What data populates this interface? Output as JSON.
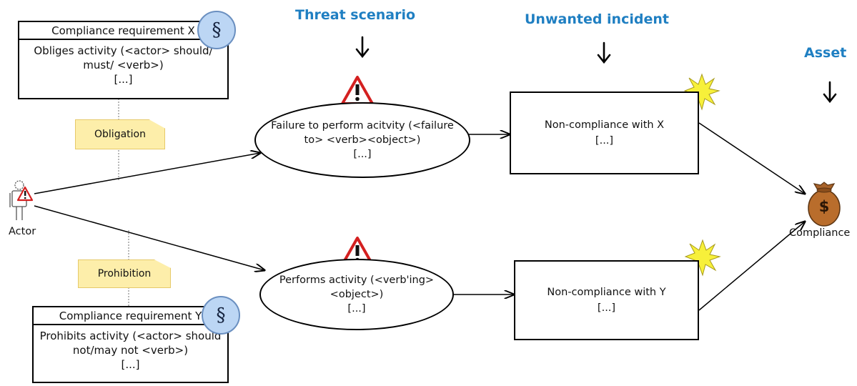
{
  "columns": {
    "threat_scenario": "Threat scenario",
    "unwanted_incident": "Unwanted incident",
    "asset": "Asset"
  },
  "requirement_x": {
    "title": "Compliance requirement X",
    "body_line1": "Obliges activity (<actor> should/",
    "body_line2": "must/ <verb>)",
    "body_line3": "[...]"
  },
  "requirement_y": {
    "title": "Compliance requirement Y",
    "body_line1": "Prohibits activity (<actor> should",
    "body_line2": "not/may not <verb>)",
    "body_line3": "[...]"
  },
  "notes": {
    "obligation": "Obligation",
    "prohibition": "Prohibition"
  },
  "actor": {
    "label": "Actor"
  },
  "threat_1": {
    "line1": "Failure to perform acitvity (<failure",
    "line2": "to> <verb><object>)",
    "line3": "[...]"
  },
  "threat_2": {
    "line1": "Performs activity (<verb'ing>",
    "line2": "<object>)",
    "line3": "[...]"
  },
  "incident_1": {
    "line1": "Non-compliance with X",
    "line2": "[...]"
  },
  "incident_2": {
    "line1": "Non-compliance with Y",
    "line2": "[...]"
  },
  "asset": {
    "label": "Compliance",
    "symbol": "$"
  },
  "section_symbol": "§",
  "colors": {
    "heading": "#1f7fc2",
    "note_fill": "#fdeeaa",
    "warning": "#d42020",
    "explosion": "#f7f03a"
  }
}
